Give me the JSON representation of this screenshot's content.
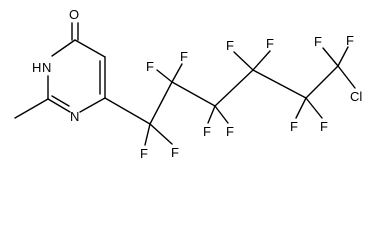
{
  "atoms": {
    "oxygen": "O",
    "nh": "H",
    "nh_n": "N",
    "ring_n": "N",
    "chlorine": "Cl",
    "fluorine": "F"
  },
  "colors": {
    "bond": "#000000",
    "label": "#000000",
    "background": "#ffffff"
  }
}
